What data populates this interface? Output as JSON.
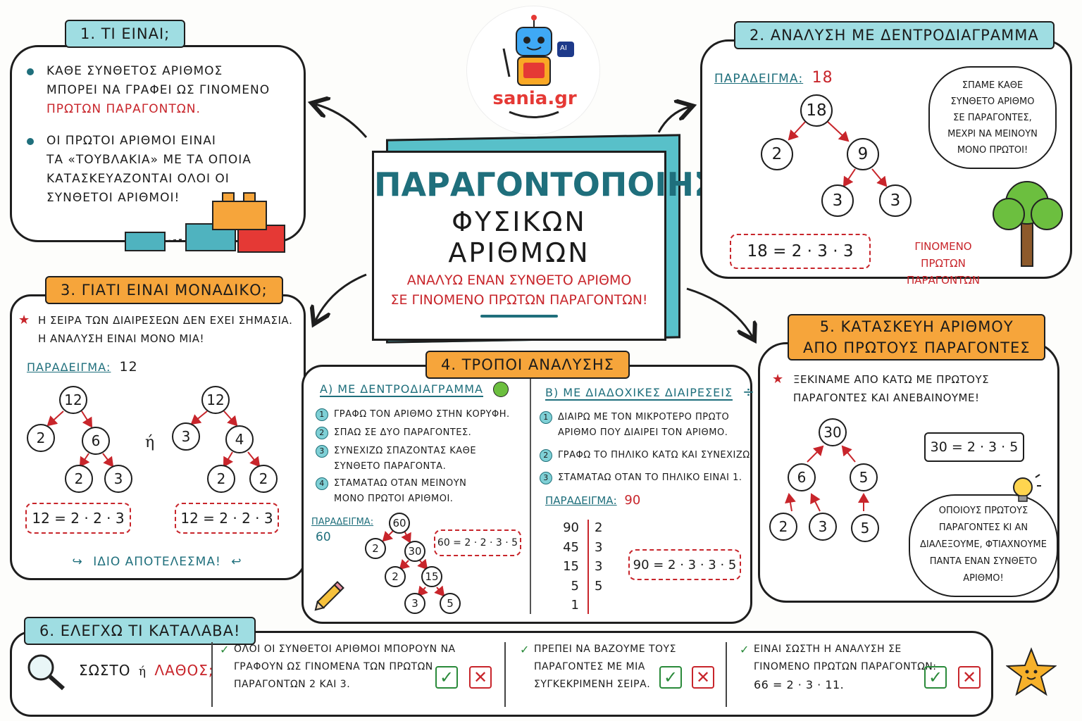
{
  "logo": {
    "text": "sania.gr",
    "badge": "AI"
  },
  "center": {
    "title_line1": "ΠΑΡΑΓΟΝΤΟΠΟΙΗΣΗ",
    "title_line2": "ΦΥΣΙΚΩΝ",
    "title_line3": "ΑΡΙΘΜΩΝ",
    "subtitle_line1": "ΑΝΑΛΥΩ ΕΝΑΝ ΣΥΝΘΕΤΟ ΑΡΙΘΜΟ",
    "subtitle_line2": "ΣΕ ΓΙΝΟΜΕΝΟ ΠΡΩΤΩΝ ΠΑΡΑΓΟΝΤΩΝ!"
  },
  "s1": {
    "tag": "1. ΤΙ ΕΙΝΑΙ;",
    "b1_l1": "ΚΑΘΕ ΣΥΝΘΕΤΟΣ ΑΡΙΘΜΟΣ",
    "b1_l2": "ΜΠΟΡΕΙ ΝΑ ΓΡΑΦΕΙ ΩΣ ΓΙΝΟΜΕΝΟ",
    "b1_l3": "ΠΡΩΤΩΝ ΠΑΡΑΓΟΝΤΩΝ.",
    "b2_l1": "ΟΙ ΠΡΩΤΟΙ ΑΡΙΘΜΟΙ ΕΙΝΑΙ",
    "b2_l2": "ΤΑ «ΤΟΥΒΛΑΚΙΑ» ΜΕ ΤΑ ΟΠΟΙΑ",
    "b2_l3": "ΚΑΤΑΣΚΕΥΑΖΟΝΤΑΙ ΟΛΟΙ ΟΙ",
    "b2_l4": "ΣΥΝΘΕΤΟΙ ΑΡΙΘΜΟΙ!"
  },
  "s2": {
    "tag": "2. ΑΝΑΛΥΣΗ ΜΕ ΔΕΝΤΡΟΔΙΑΓΡΑΜΜΑ",
    "example_label": "ΠΑΡΑΔΕΙΓΜΑ:",
    "example_value": "18",
    "nodes": [
      "18",
      "2",
      "9",
      "3",
      "3"
    ],
    "result": "18 = 2 · 3 · 3",
    "note_l1": "ΓΙΝΟΜΕΝΟ",
    "note_l2": "ΠΡΩΤΩΝ ΠΑΡΑΓΟΝΤΩΝ",
    "bubble_l1": "ΣΠΑΜΕ ΚΑΘΕ",
    "bubble_l2": "ΣΥΝΘΕΤΟ ΑΡΙΘΜΟ",
    "bubble_l3": "ΣΕ ΠΑΡΑΓΟΝΤΕΣ,",
    "bubble_l4": "ΜΕΧΡΙ ΝΑ ΜΕΙΝΟΥΝ",
    "bubble_l5": "ΜΟΝΟ ΠΡΩΤΟΙ!"
  },
  "s3": {
    "tag": "3. ΓΙΑΤΙ ΕΙΝΑΙ ΜΟΝΑΔΙΚΟ;",
    "line1": "Η ΣΕΙΡΑ ΤΩΝ ΔΙΑΙΡΕΣΕΩΝ ΔΕΝ ΕΧΕΙ ΣΗΜΑΣΙΑ.",
    "line2": "Η ΑΝΑΛΥΣΗ ΕΙΝΑΙ ΜΟΝΟ ΜΙΑ!",
    "example_label": "ΠΑΡΑΔΕΙΓΜΑ:",
    "example_value": "12",
    "tree_a": [
      "12",
      "2",
      "6",
      "2",
      "3"
    ],
    "tree_b": [
      "12",
      "3",
      "4",
      "2",
      "2"
    ],
    "or": "ή",
    "result_a": "12 = 2 · 2 · 3",
    "result_b": "12 = 2 · 2 · 3",
    "same": "ΙΔΙΟ ΑΠΟΤΕΛΕΣΜΑ!"
  },
  "s4": {
    "tag": "4. ΤΡΟΠΟΙ ΑΝΑΛΥΣΗΣ",
    "a_title": "Α) ΜΕ ΔΕΝΤΡΟΔΙΑΓΡΑΜΜΑ",
    "a_steps": [
      {
        "n": "1",
        "l1": "ΓΡΑΦΩ ΤΟΝ ΑΡΙΘΜΟ ΣΤΗΝ ΚΟΡΥΦΗ.",
        "l2": ""
      },
      {
        "n": "2",
        "l1": "ΣΠΑΩ ΣΕ ΔΥΟ ΠΑΡΑΓΟΝΤΕΣ.",
        "l2": ""
      },
      {
        "n": "3",
        "l1": "ΣΥΝΕΧΙΖΩ ΣΠΑΖΟΝΤΑΣ ΚΑΘΕ",
        "l2": "ΣΥΝΘΕΤΟ ΠΑΡΑΓΟΝΤΑ."
      },
      {
        "n": "4",
        "l1": "ΣΤΑΜΑΤΑΩ ΟΤΑΝ ΜΕΙΝΟΥΝ",
        "l2": "ΜΟΝΟ ΠΡΩΤΟΙ ΑΡΙΘΜΟΙ."
      }
    ],
    "a_example_label": "ΠΑΡΑΔΕΙΓΜΑ:",
    "a_example_value": "60",
    "a_nodes": [
      "60",
      "2",
      "30",
      "2",
      "15",
      "3",
      "5"
    ],
    "a_result": "60 = 2 · 2 · 3 · 5",
    "b_title": "Β) ΜΕ ΔΙΑΔΟΧΙΚΕΣ ΔΙΑΙΡΕΣΕΙΣ",
    "b_steps": [
      {
        "n": "1",
        "l1": "ΔΙΑΙΡΩ ΜΕ ΤΟΝ ΜΙΚΡΟΤΕΡΟ ΠΡΩΤΟ",
        "l2": "ΑΡΙΘΜΟ ΠΟΥ ΔΙΑΙΡΕΙ ΤΟΝ ΑΡΙΘΜΟ."
      },
      {
        "n": "2",
        "l1": "ΓΡΑΦΩ ΤΟ ΠΗΛΙΚΟ ΚΑΤΩ ΚΑΙ ΣΥΝΕΧΙΖΩ.",
        "l2": ""
      },
      {
        "n": "3",
        "l1": "ΣΤΑΜΑΤΑΩ ΟΤΑΝ ΤΟ ΠΗΛΙΚΟ ΕΙΝΑΙ 1.",
        "l2": ""
      }
    ],
    "b_example_label": "ΠΑΡΑΔΕΙΓΜΑ:",
    "b_example_value": "90",
    "b_left": [
      "90",
      "45",
      "15",
      "5",
      "1"
    ],
    "b_right": [
      "2",
      "3",
      "3",
      "5",
      ""
    ],
    "b_result": "90 = 2 · 3 · 3 · 5"
  },
  "s5": {
    "tag_l1": "5. ΚΑΤΑΣΚΕΥΗ ΑΡΙΘΜΟΥ",
    "tag_l2": "ΑΠΟ ΠΡΩΤΟΥΣ ΠΑΡΑΓΟΝΤΕΣ",
    "line1": "ΞΕΚΙΝΑΜΕ ΑΠΟ ΚΑΤΩ ΜΕ ΠΡΩΤΟΥΣ",
    "line2": "ΠΑΡΑΓΟΝΤΕΣ ΚΑΙ ΑΝΕΒΑΙΝΟΥΜΕ!",
    "nodes": [
      "30",
      "6",
      "5",
      "2",
      "3",
      "5"
    ],
    "result": "30 = 2 · 3 · 5",
    "bubble_l1": "ΟΠΟΙΟΥΣ ΠΡΩΤΟΥΣ",
    "bubble_l2": "ΠΑΡΑΓΟΝΤΕΣ ΚΙ ΑΝ",
    "bubble_l3": "ΔΙΑΛΕΞΟΥΜΕ, ΦΤΙΑΧΝΟΥΜΕ",
    "bubble_l4": "ΠΑΝΤΑ ΕΝΑΝ ΣΥΝΘΕΤΟ",
    "bubble_l5": "ΑΡΙΘΜΟ!"
  },
  "s6": {
    "tag": "6. ΕΛΕΓΧΩ ΤΙ ΚΑΤΑΛΑΒΑ!",
    "q_right": "ΣΩΣΤΟ",
    "q_or": "ή",
    "q_wrong": "ΛΑΘΟΣ;",
    "items": [
      {
        "l1": "ΟΛΟΙ ΟΙ ΣΥΝΘΕΤΟΙ ΑΡΙΘΜΟΙ ΜΠΟΡΟΥΝ ΝΑ",
        "l2": "ΓΡΑΦΟΥΝ ΩΣ ΓΙΝΟΜΕΝΑ ΤΩΝ ΠΡΩΤΩΝ",
        "l3": "ΠΑΡΑΓΟΝΤΩΝ 2 ΚΑΙ 3."
      },
      {
        "l1": "ΠΡΕΠΕΙ ΝΑ ΒΑΖΟΥΜΕ ΤΟΥΣ",
        "l2": "ΠΑΡΑΓΟΝΤΕΣ ΜΕ ΜΙΑ",
        "l3": "ΣΥΓΚΕΚΡΙΜΕΝΗ ΣΕΙΡΑ."
      },
      {
        "l1": "ΕΙΝΑΙ ΣΩΣΤΗ Η ΑΝΑΛΥΣΗ ΣΕ",
        "l2": "ΓΙΝΟΜΕΝΟ ΠΡΩΤΩΝ ΠΑΡΑΓΟΝΤΩΝ:",
        "l3": "66 = 2 · 3 · 11."
      }
    ],
    "check_glyph": "✓",
    "cross_glyph": "✕"
  },
  "colors": {
    "teal": "#1f6f7c",
    "red": "#c8252b",
    "orange": "#f6a53b",
    "light_teal": "#9fdde2"
  }
}
